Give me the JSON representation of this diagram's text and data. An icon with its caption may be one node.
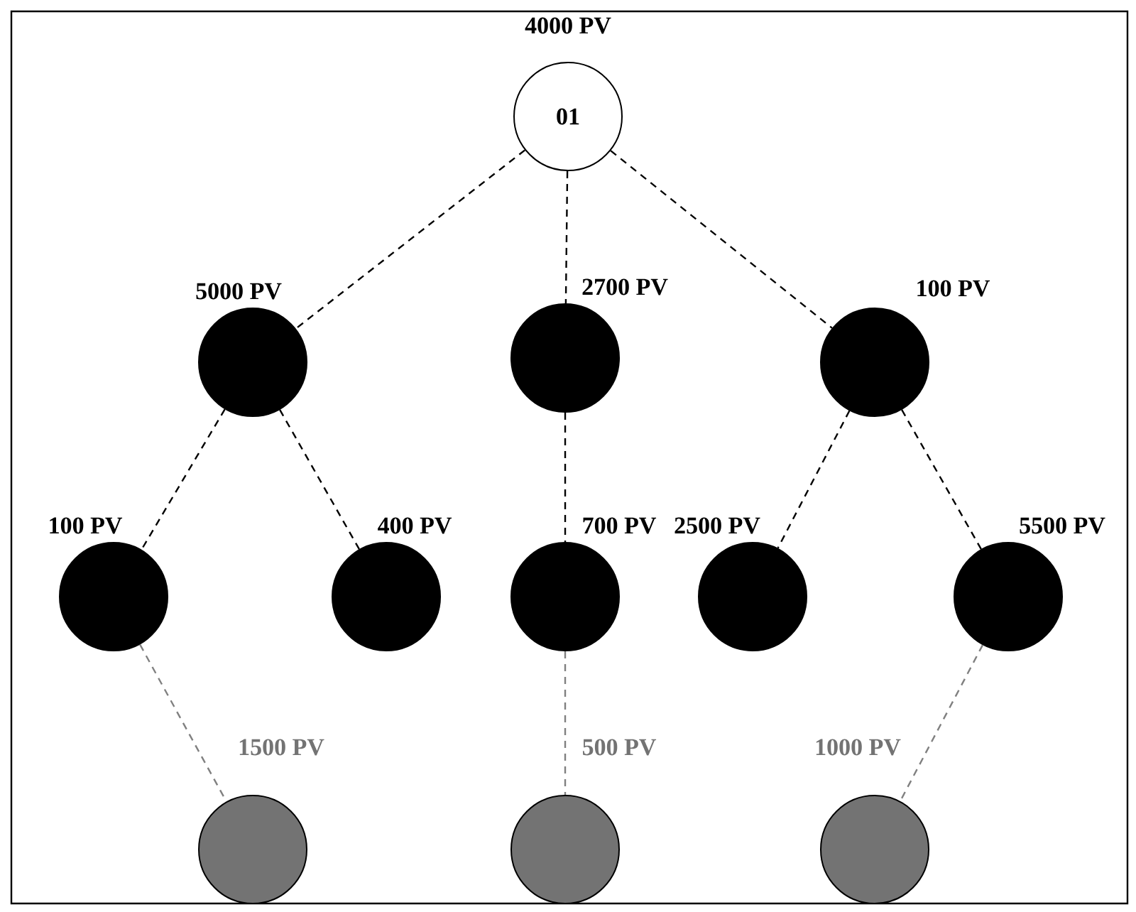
{
  "diagram": {
    "nodes": [
      {
        "text": [
          "01"
        ],
        "beside": [
          "4000 PV"
        ]
      },
      {
        "text": [],
        "shape": "circle",
        "beside": [
          "5000 PV"
        ]
      },
      {
        "text": [],
        "shape": "circle",
        "beside": [
          "2700 PV"
        ]
      },
      {
        "text": [],
        "shape": "circle",
        "beside": [
          "100 PV"
        ]
      },
      {
        "text": [],
        "shape": "circle",
        "beside": [
          "100 PV"
        ]
      },
      {
        "text": [],
        "shape": "circle",
        "beside": [
          "400 PV"
        ]
      },
      {
        "text": [],
        "shape": "circle",
        "beside": [
          "700 PV"
        ]
      },
      {
        "text": [],
        "shape": "circle",
        "beside": [
          "2500 PV"
        ]
      },
      {
        "text": [],
        "shape": "circle",
        "beside": [
          "5500 PV"
        ]
      },
      {
        "text": [],
        "shape": "circle",
        "beside": [
          "1500 PV"
        ]
      },
      {
        "text": [],
        "shape": "circle",
        "beside": [
          "500 PV"
        ]
      },
      {
        "text": [],
        "shape": "circle",
        "beside": [
          "1000 PV"
        ]
      }
    ],
    "edges": [
      {
        "from": 0,
        "to": 1,
        "arrow": "none",
        "style": "dashed"
      },
      {
        "from": 0,
        "to": 2,
        "arrow": "none",
        "style": "dashed"
      },
      {
        "from": 0,
        "to": 3,
        "arrow": "none",
        "style": "dashed"
      },
      {
        "from": 1,
        "to": 4,
        "arrow": "none",
        "style": "dashed"
      },
      {
        "from": 1,
        "to": 5,
        "arrow": "none",
        "style": "dashed"
      },
      {
        "from": 2,
        "to": 6,
        "arrow": "none",
        "style": "dashed"
      },
      {
        "from": 3,
        "to": 7,
        "arrow": "none",
        "style": "dashed"
      },
      {
        "from": 3,
        "to": 8,
        "arrow": "none",
        "style": "dashed"
      },
      {
        "from": 4,
        "to": 9,
        "arrow": "none",
        "style": "dashed",
        "color": "#808080"
      },
      {
        "from": 6,
        "to": 10,
        "arrow": "none",
        "style": "dashed",
        "color": "#808080"
      },
      {
        "from": 8,
        "to": 11,
        "arrow": "none",
        "style": "dashed",
        "color": "#808080"
      }
    ]
  }
}
